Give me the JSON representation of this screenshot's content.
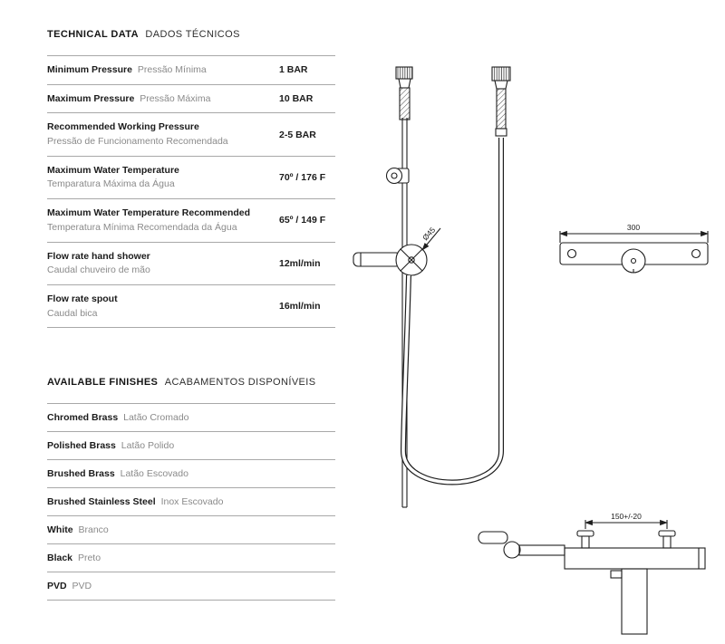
{
  "technical_data": {
    "title_en": "TECHNICAL DATA",
    "title_pt": "DADOS TÉCNICOS",
    "rows": [
      {
        "en": "Minimum Pressure",
        "pt": "Pressão Mínima",
        "value": "1 BAR"
      },
      {
        "en": "Maximum Pressure",
        "pt": "Pressão Máxima",
        "value": "10 BAR"
      },
      {
        "en": "Recommended Working Pressure",
        "pt": "Pressão de Funcionamento Recomendada",
        "value": "2-5 BAR"
      },
      {
        "en": "Maximum Water Temperature",
        "pt": "Temparatura Máxima da Água",
        "value": "70º / 176 F"
      },
      {
        "en": "Maximum Water Temperature Recommended",
        "pt": "Temperatura Mínima Recomendada da Água",
        "value": "65º / 149 F"
      },
      {
        "en": "Flow rate hand shower",
        "pt": "Caudal chuveiro de mão",
        "value": "12ml/min"
      },
      {
        "en": "Flow rate spout",
        "pt": "Caudal bica",
        "value": "16ml/min"
      }
    ]
  },
  "available_finishes": {
    "title_en": "AVAILABLE FINISHES",
    "title_pt": "ACABAMENTOS DISPONÍVEIS",
    "rows": [
      {
        "en": "Chromed Brass",
        "pt": "Latão Cromado"
      },
      {
        "en": "Polished Brass",
        "pt": "Latão Polido"
      },
      {
        "en": "Brushed Brass",
        "pt": "Latão Escovado"
      },
      {
        "en": "Brushed Stainless Steel",
        "pt": "Inox Escovado"
      },
      {
        "en": "White",
        "pt": "Branco"
      },
      {
        "en": "Black",
        "pt": "Preto"
      },
      {
        "en": "PVD",
        "pt": "PVD"
      }
    ]
  },
  "drawings": {
    "dim_diameter": "Ø45",
    "dim_width": "300",
    "dim_offset": "150+/-20",
    "line_color": "#1e1e1e"
  }
}
